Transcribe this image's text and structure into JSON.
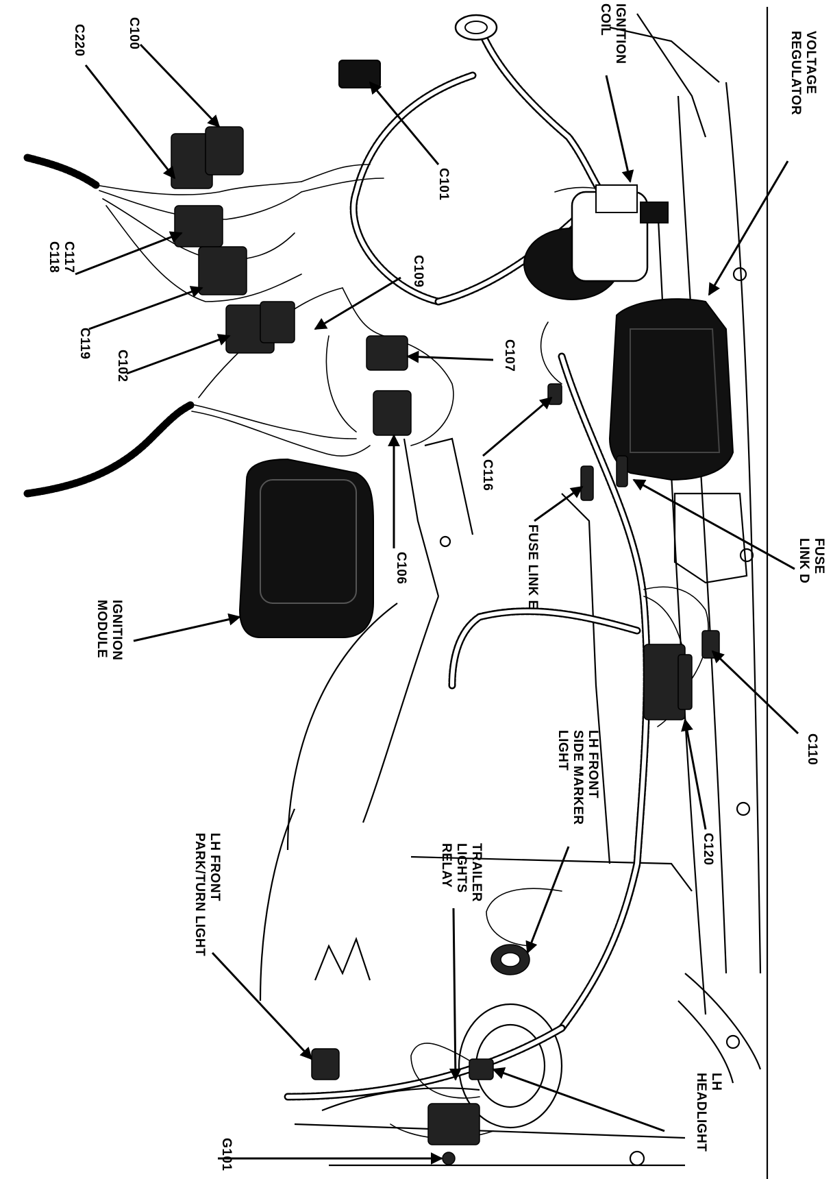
{
  "labels": {
    "voltage_regulator": [
      "VOLTAGE",
      "REGULATOR"
    ],
    "ignition_coil": [
      "IGNITION",
      "COIL"
    ],
    "c100": "C100",
    "c220": "C220",
    "c101": "C101",
    "c117": "C117",
    "c118": "C118",
    "c109": "C109",
    "c119": "C119",
    "c102": "C102",
    "c107": "C107",
    "c116": "C116",
    "fuse_link_e": "FUSE LINK E",
    "fuse_link_d": [
      "FUSE",
      "LINK D"
    ],
    "c106": "C106",
    "ignition_module": [
      "IGNITION",
      "MODULE"
    ],
    "c110": "C110",
    "lh_front_side_marker": [
      "LH FRONT",
      "SIDE MARKER",
      "LIGHT"
    ],
    "trailer_lights_relay": [
      "TRAILER",
      "LIGHTS",
      "RELAY"
    ],
    "c120": "C120",
    "lh_front_park_turn": [
      "LH FRONT",
      "PARK/TURN LIGHT"
    ],
    "lh_headlight": [
      "LH",
      "HEADLIGHT"
    ],
    "g101": "G101"
  }
}
